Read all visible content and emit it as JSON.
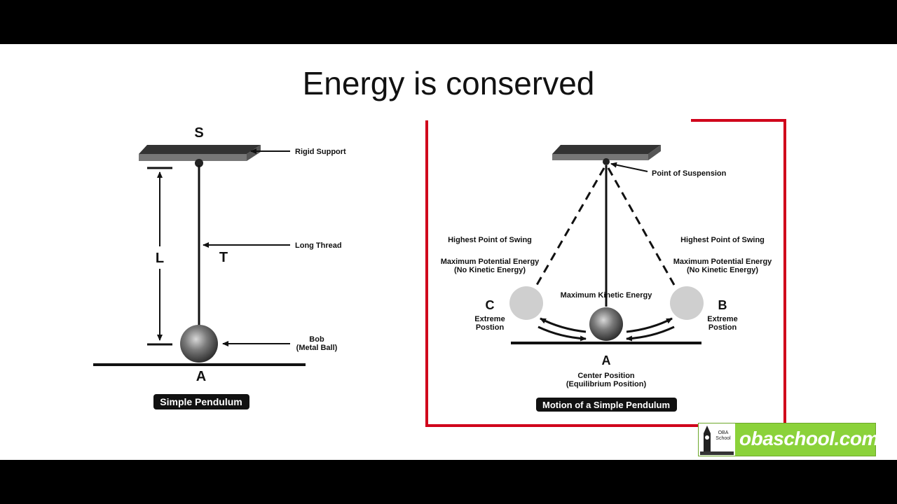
{
  "slide": {
    "title": "Energy is conserved"
  },
  "left_diagram": {
    "top_letter": "S",
    "support_label": "Rigid Support",
    "length_letter": "L",
    "tension_letter": "T",
    "thread_label": "Long Thread",
    "bob_label_line1": "Bob",
    "bob_label_line2": "(Metal Ball)",
    "bottom_letter": "A",
    "caption": "Simple Pendulum"
  },
  "right_diagram": {
    "suspension_label": "Point of Suspension",
    "left_highest": "Highest Point of Swing",
    "left_max_pe_line1": "Maximum Potential Energy",
    "left_max_pe_line2": "(No Kinetic Energy)",
    "right_highest": "Highest Point of Swing",
    "right_max_pe_line1": "Maximum Potential Energy",
    "right_max_pe_line2": "(No Kinetic Energy)",
    "max_ke": "Maximum Kinetic Energy",
    "left_letter": "C",
    "left_pos_line1": "Extreme",
    "left_pos_line2": "Postion",
    "right_letter": "B",
    "right_pos_line1": "Extreme",
    "right_pos_line2": "Postion",
    "center_letter": "A",
    "center_line1": "Center Position",
    "center_line2": "(Equilibrium Position)",
    "caption": "Motion of a Simple Pendulum",
    "highlight_color": "#d0021b"
  },
  "logo": {
    "text": "obaschool.com",
    "small_line1": "OBA",
    "small_line2": "School",
    "color": "#8bd23a"
  }
}
